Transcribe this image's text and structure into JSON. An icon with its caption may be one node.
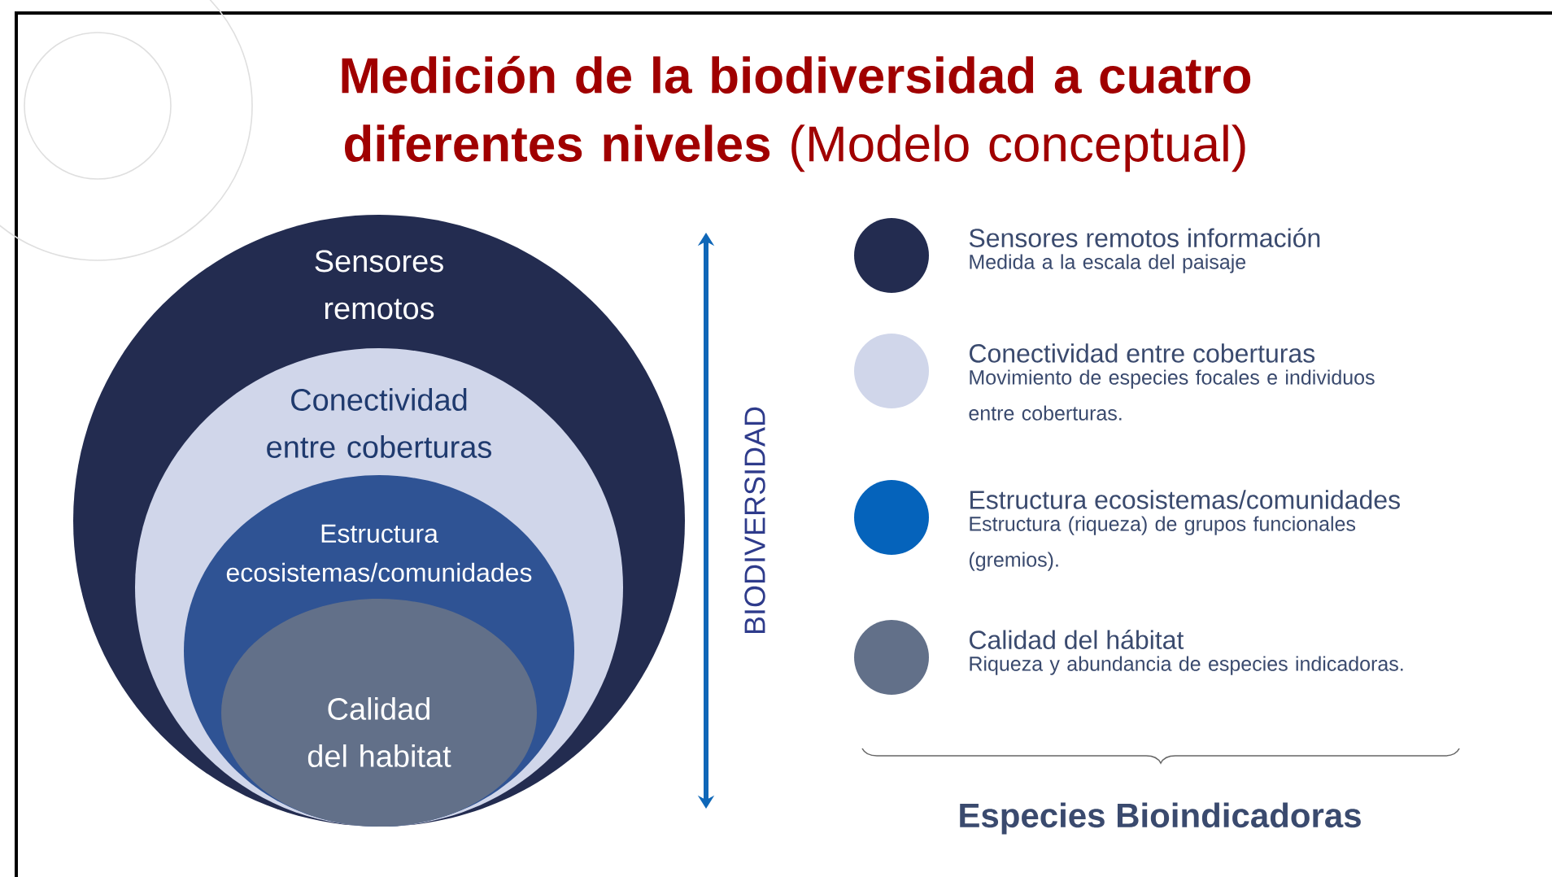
{
  "diagram": {
    "title": "**Medición de la biodiversidad a cuatro diferentes niveles** (Modelo conceptual)",
    "nodes": [
      {
        "text": [
          "Sensores remotos"
        ]
      },
      {
        "text": [
          "Conectividad entre coberturas"
        ],
        "in": 0
      },
      {
        "text": [
          "Estructura ecosistemas/comunidades"
        ],
        "in": 1
      },
      {
        "text": [
          "Calidad del habitat"
        ],
        "in": 2
      }
    ],
    "edges": [],
    "labels": [
      "BIODIVERSIDAD",
      "Medida a la escala del paisaje",
      "Movimiento de especies focales e individuos entre coberturas.",
      "Estructura (riqueza) de grupos funcionales (gremios).",
      "Riqueza y abundancia de especies indicadoras.",
      "Especies Bioindicadoras"
    ],
    "legend": [
      {
        "text": "Sensores remotos información",
        "color": "#232c50"
      },
      {
        "text": "Conectividad entre coberturas",
        "color": "#d0d6ea"
      },
      {
        "text": "Estructura ecosistemas/comunidades",
        "color": "#0563bb"
      },
      {
        "text": "Calidad del hábitat",
        "color": "#627089"
      }
    ]
  }
}
